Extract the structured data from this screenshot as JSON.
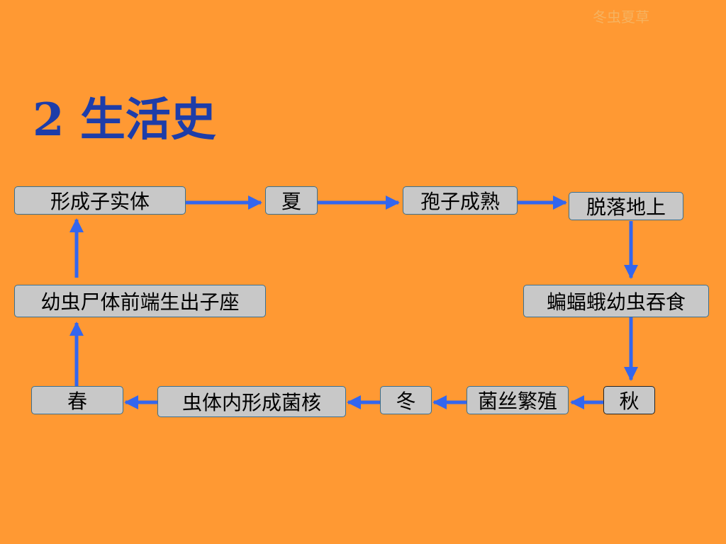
{
  "header_tag": "冬虫夏草",
  "title": "2 生活史",
  "nodes": {
    "n1": "形成子实体",
    "n2": "夏",
    "n3": "孢子成熟",
    "n4": "脱落地上",
    "n5": "蝙蝠蛾幼虫吞食",
    "n6": "秋",
    "n7": "菌丝繁殖",
    "n8": "冬",
    "n9": "虫体内形成菌核",
    "n10": "春",
    "n11": "幼虫尸体前端生出子座"
  },
  "colors": {
    "background": "#FF9933",
    "title": "#1D3DA9",
    "node_fill": "#C8C8C8",
    "arrow": "#3366EE"
  }
}
